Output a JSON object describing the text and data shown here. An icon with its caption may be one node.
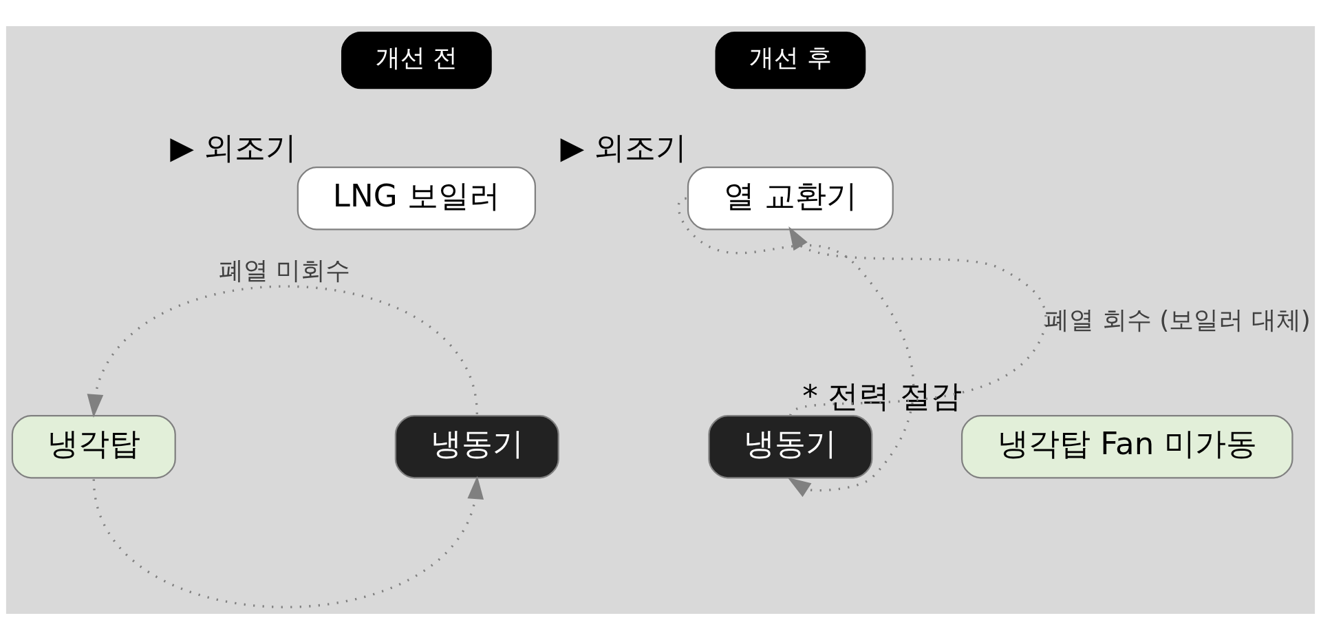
{
  "diagram": {
    "nodes": [
      {
        "text": [
          "개선 전"
        ]
      },
      {
        "text": [
          "LNG 보일러"
        ],
        "beside": [
          "▶ 외조기"
        ]
      },
      {
        "text": [
          "냉각탑"
        ]
      },
      {
        "text": [
          "냉동기"
        ]
      },
      {
        "text": [
          "개선 후"
        ]
      },
      {
        "text": [
          "열 교환기"
        ],
        "beside": [
          "▶ 외조기"
        ]
      },
      {
        "text": [
          "냉각탑 Fan 미가동"
        ],
        "beside": [
          "* 전력 절감"
        ]
      },
      {
        "text": [
          "냉동기"
        ]
      }
    ],
    "edges": [
      {
        "from": 3,
        "to": 2,
        "arrow": "to",
        "style": "dashed",
        "label": "폐열 미회수"
      },
      {
        "from": 2,
        "to": 3,
        "arrow": "to",
        "style": "dashed"
      },
      {
        "from": 7,
        "to": 5,
        "arrow": "to",
        "style": "dashed",
        "label": "폐열 회수 (보일러 대체)"
      },
      {
        "from": 5,
        "to": 7,
        "arrow": "to",
        "style": "dashed"
      }
    ]
  }
}
